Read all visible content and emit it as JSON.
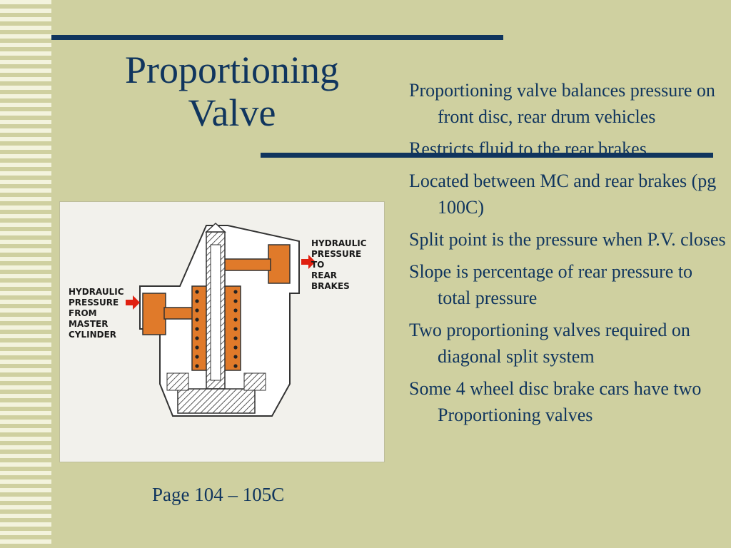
{
  "slide": {
    "title_line1": "Proportioning",
    "title_line2": "Valve",
    "bullets": [
      "Proportioning valve balances pressure on front disc, rear drum vehicles",
      "Restricts fluid to the rear brakes",
      "Located between MC and rear brakes (pg 100C)",
      "Split point is the pressure when P.V. closes",
      "Slope is percentage of rear pressure to total pressure",
      "Two proportioning valves required on diagonal split system",
      "Some 4 wheel disc brake cars have two Proportioning valves"
    ],
    "caption": "Page 104 – 105C"
  },
  "figure": {
    "label_in": [
      "HYDRAULIC",
      "PRESSURE",
      "FROM",
      "MASTER",
      "CYLINDER"
    ],
    "label_out": [
      "HYDRAULIC",
      "PRESSURE",
      "TO",
      "REAR",
      "BRAKES"
    ]
  },
  "colors": {
    "background": "#cfd0a0",
    "accent": "#10355e",
    "fluid": "#e07a2a",
    "arrow": "#e02010"
  }
}
